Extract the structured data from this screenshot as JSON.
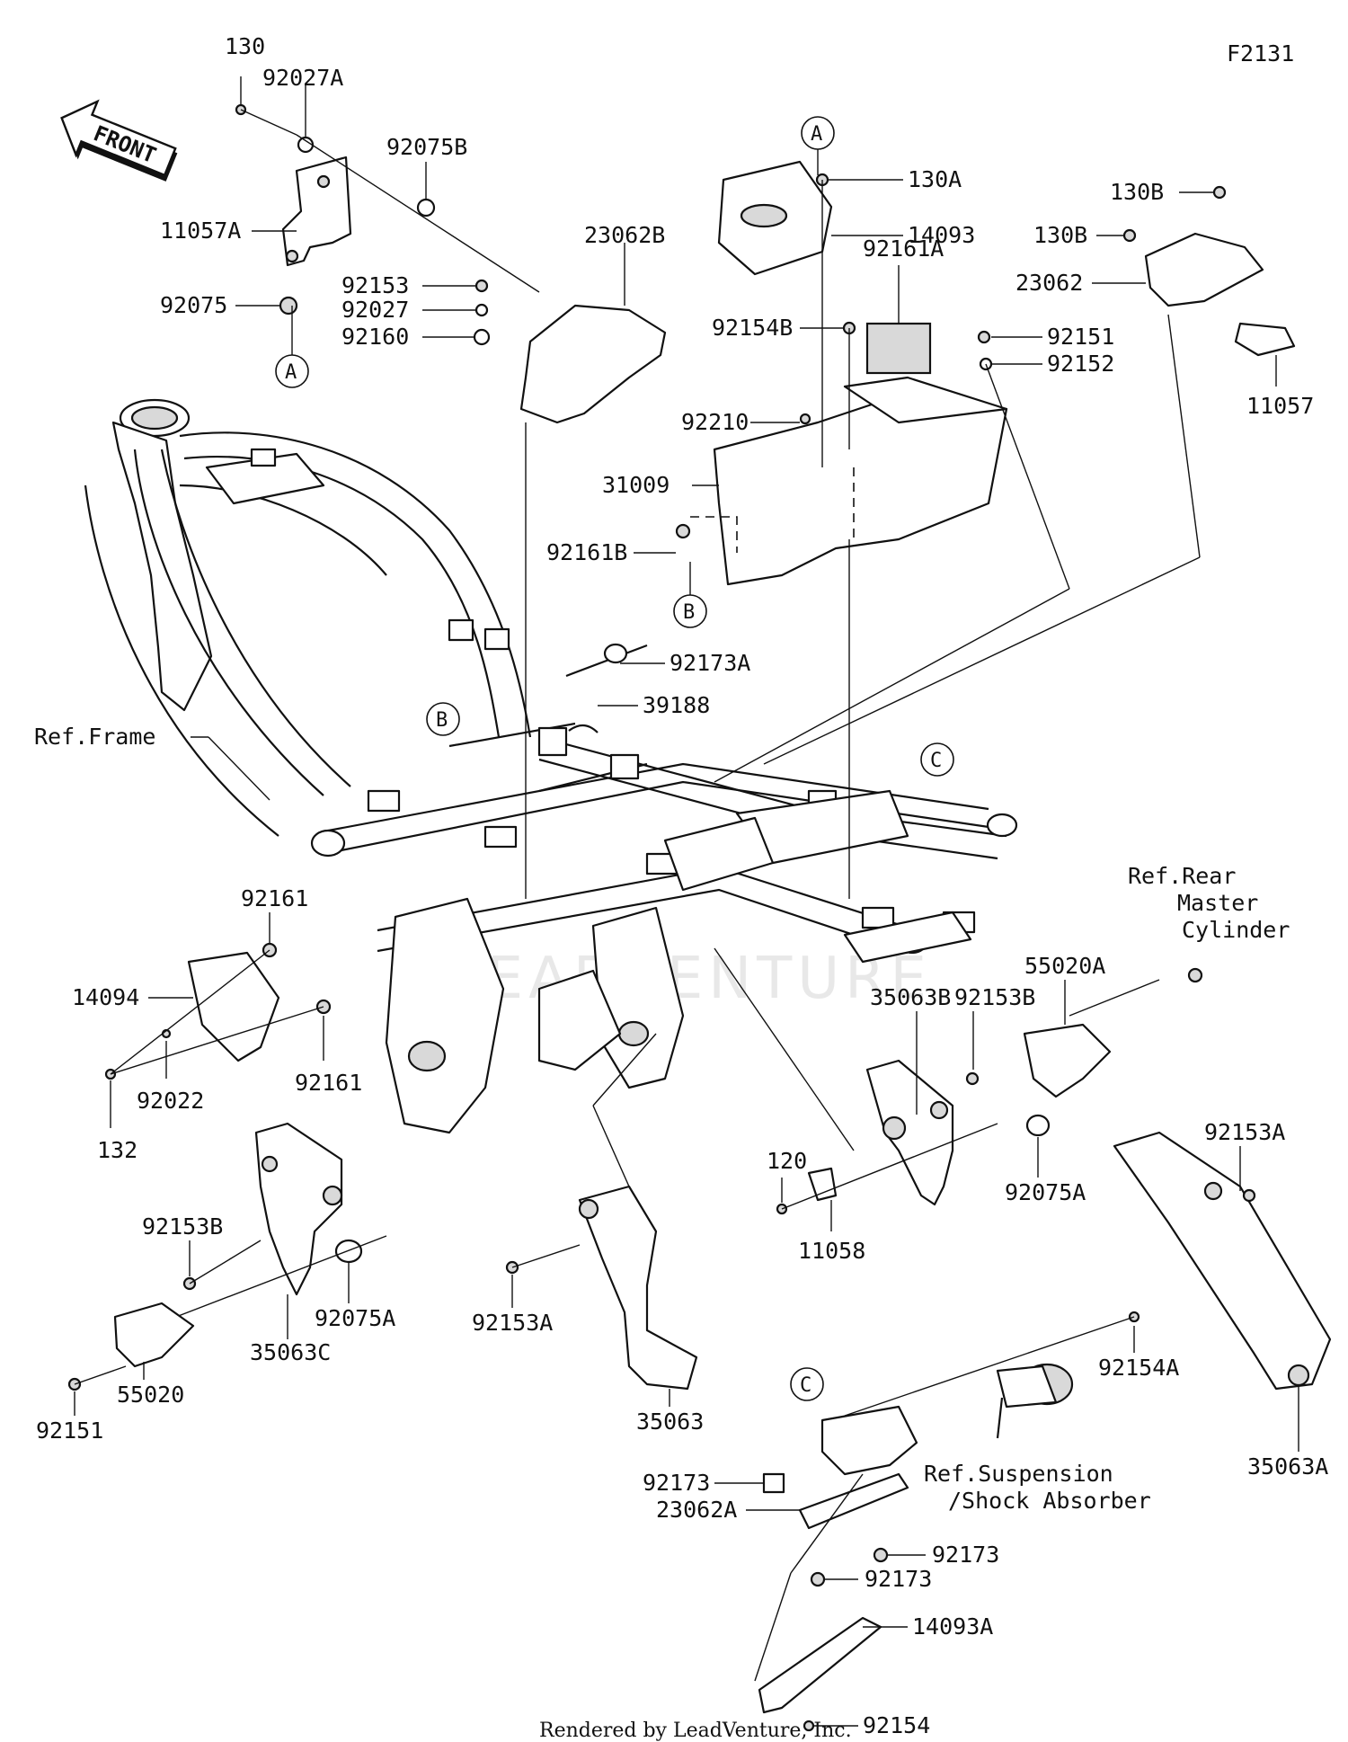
{
  "figure_code": "F2131",
  "front_arrow": "FRONT",
  "watermark": "LEADVENTURE",
  "footer": "Rendered by LeadVenture, Inc.",
  "circle_markers": {
    "a": "A",
    "b": "B",
    "c": "C"
  },
  "labels": {
    "p130": "130",
    "p92027A": "92027A",
    "p92075B": "92075B",
    "p11057A": "11057A",
    "p92075": "92075",
    "p92153": "92153",
    "p92027": "92027",
    "p92160": "92160",
    "p23062B": "23062B",
    "p130A": "130A",
    "p14093": "14093",
    "p92161A": "92161A",
    "p92154B": "92154B",
    "p92151_top": "92151",
    "p92152": "92152",
    "p92210": "92210",
    "p31009": "31009",
    "p92161B": "92161B",
    "p130B_1": "130B",
    "p130B_2": "130B",
    "p23062": "23062",
    "p11057": "11057",
    "p92173A": "92173A",
    "p39188": "39188",
    "ref_frame": "Ref.Frame",
    "p92161_1": "92161",
    "p14094": "14094",
    "p92161_2": "92161",
    "p92022": "92022",
    "p132": "132",
    "ref_rear_1": "Ref.Rear",
    "ref_rear_2": "Master",
    "ref_rear_3": "Cylinder",
    "p35063B": "35063B",
    "p92153B_r": "92153B",
    "p55020A": "55020A",
    "p120": "120",
    "p92075A_r": "92075A",
    "p11058": "11058",
    "p92153A_r": "92153A",
    "p92153B_l": "92153B",
    "p92075A_l": "92075A",
    "p35063C": "35063C",
    "p55020": "55020",
    "p92151_bot": "92151",
    "p92153A_m": "92153A",
    "p35063": "35063",
    "p92154A": "92154A",
    "p35063A": "35063A",
    "p92173_1": "92173",
    "p23062A": "23062A",
    "ref_susp_1": "Ref.Suspension",
    "ref_susp_2": "/Shock Absorber",
    "p92173_2": "92173",
    "p92173_3": "92173",
    "p14093A": "14093A",
    "p92154": "92154"
  }
}
